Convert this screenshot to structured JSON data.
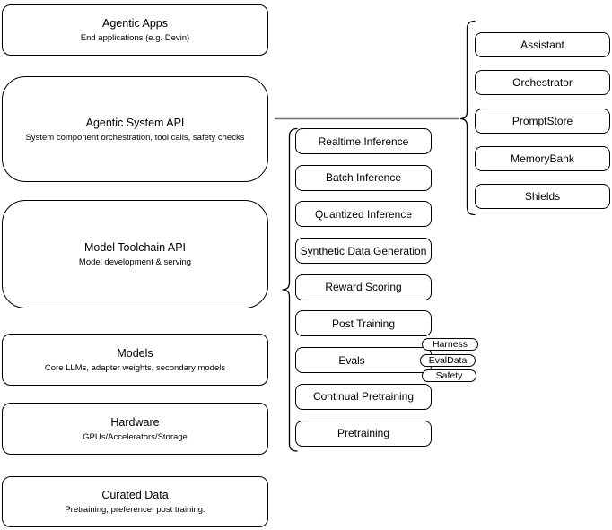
{
  "diagram": {
    "left_stack": [
      {
        "title": "Agentic Apps",
        "subtitle": "End applications (e.g. Devin)"
      },
      {
        "title": "Agentic System API",
        "subtitle": "System component orchestration, tool calls, safety checks"
      },
      {
        "title": "Model Toolchain API",
        "subtitle": "Model development & serving"
      },
      {
        "title": "Models",
        "subtitle": "Core LLMs, adapter weights, secondary models"
      },
      {
        "title": "Hardware",
        "subtitle": "GPUs/Accelerators/Storage"
      },
      {
        "title": "Curated Data",
        "subtitle": "Pretraining, preference, post training."
      }
    ],
    "toolchain_services": [
      "Realtime Inference",
      "Batch Inference",
      "Quantized Inference",
      "Synthetic Data Generation",
      "Reward Scoring",
      "Post Training",
      "Evals",
      "Continual Pretraining",
      "Pretraining"
    ],
    "eval_tags": [
      "Harness",
      "EvalData",
      "Safety"
    ],
    "system_components": [
      "Assistant",
      "Orchestrator",
      "PromptStore",
      "MemoryBank",
      "Shields"
    ],
    "colors": {
      "stroke": "#000000",
      "connector_line": "#737373",
      "background": "#ffffff",
      "box_fill": "#ffffff"
    }
  }
}
